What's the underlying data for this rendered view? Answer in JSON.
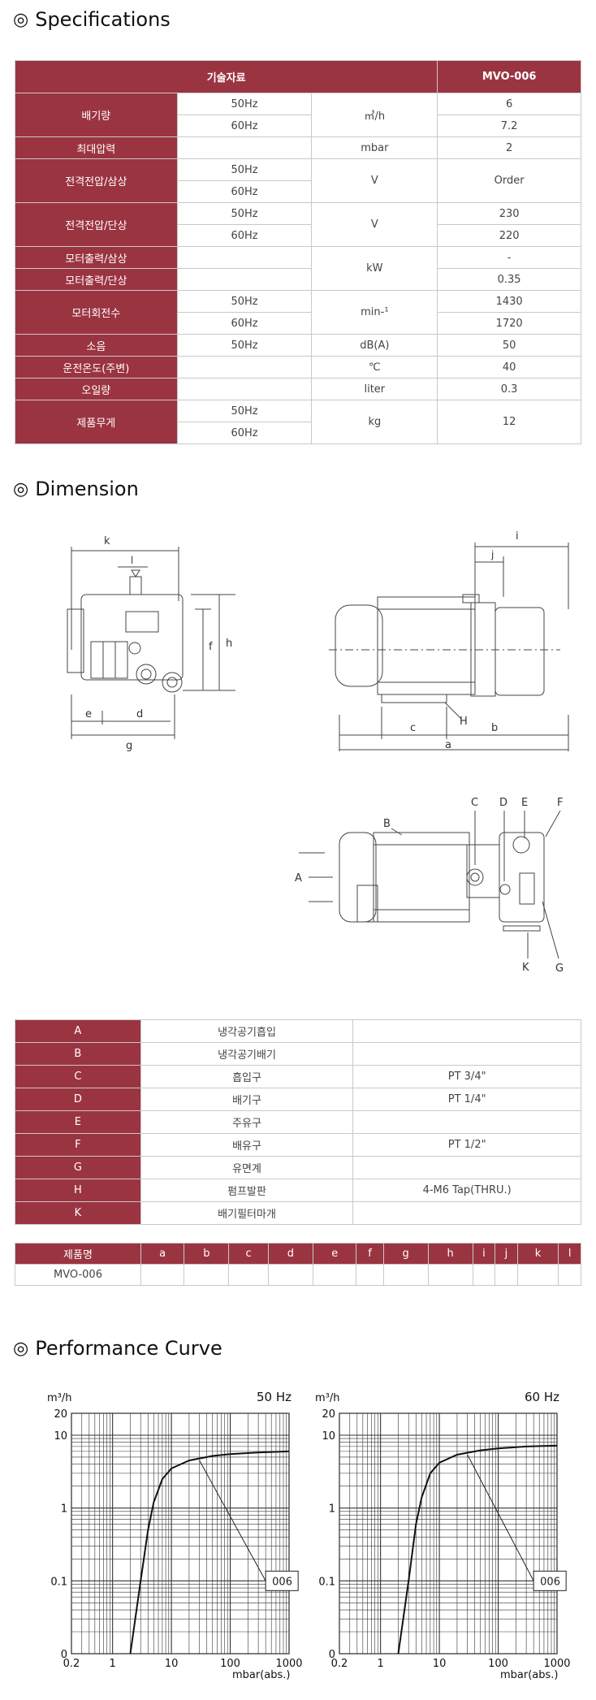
{
  "sections": {
    "specifications": "Specifications",
    "dimension": "Dimension",
    "performance": "Performance Curve",
    "mark": "◎"
  },
  "spec": {
    "header_left": "기술자료",
    "header_right": "MVO-006",
    "rows": {
      "pumping": {
        "label": "배기량",
        "hz1": "50Hz",
        "hz2": "60Hz",
        "unit": "㎥/h",
        "v1": "6",
        "v2": "7.2"
      },
      "max_pressure": {
        "label": "최대압력",
        "unit": "mbar",
        "v": "2"
      },
      "voltage3": {
        "label": "전격전압/삼상",
        "hz1": "50Hz",
        "hz2": "60Hz",
        "unit": "V",
        "v": "Order"
      },
      "voltage1": {
        "label": "전격전압/단상",
        "hz1": "50Hz",
        "hz2": "60Hz",
        "unit": "V",
        "v1": "230",
        "v2": "220"
      },
      "motor3": {
        "label": "모터출력/삼상",
        "v": "-"
      },
      "motor1": {
        "label": "모터출력/단상",
        "v": "0.35"
      },
      "motor_unit": "kW",
      "rpm": {
        "label": "모터회전수",
        "hz1": "50Hz",
        "hz2": "60Hz",
        "unit": "min-¹",
        "v1": "1430",
        "v2": "1720"
      },
      "noise": {
        "label": "소음",
        "hz": "50Hz",
        "unit": "dB(A)",
        "v": "50"
      },
      "temp": {
        "label": "운전온도(주변)",
        "unit": "℃",
        "v": "40"
      },
      "oil": {
        "label": "오일량",
        "unit": "liter",
        "v": "0.3"
      },
      "weight": {
        "label": "제품무게",
        "hz1": "50Hz",
        "hz2": "60Hz",
        "unit": "kg",
        "v": "12"
      }
    }
  },
  "drawing": {
    "labels_side": [
      "k",
      "l",
      "f",
      "h",
      "e",
      "d",
      "g"
    ],
    "labels_front": [
      "i",
      "j",
      "H",
      "c",
      "b",
      "a"
    ],
    "labels_top": [
      "A",
      "B",
      "C",
      "D",
      "E",
      "F",
      "K",
      "G"
    ]
  },
  "parts": [
    {
      "key": "A",
      "name": "냉각공기흡입",
      "spec": ""
    },
    {
      "key": "B",
      "name": "냉각공기배기",
      "spec": ""
    },
    {
      "key": "C",
      "name": "흡입구",
      "spec": "PT 3/4\""
    },
    {
      "key": "D",
      "name": "배기구",
      "spec": "PT 1/4\""
    },
    {
      "key": "E",
      "name": "주유구",
      "spec": ""
    },
    {
      "key": "F",
      "name": "배유구",
      "spec": "PT 1/2\""
    },
    {
      "key": "G",
      "name": "유면계",
      "spec": ""
    },
    {
      "key": "H",
      "name": "펌프발판",
      "spec": "4-M6 Tap(THRU.)"
    },
    {
      "key": "K",
      "name": "배기필터마개",
      "spec": ""
    }
  ],
  "product_table": {
    "header_label": "제품명",
    "columns": [
      "a",
      "b",
      "c",
      "d",
      "e",
      "f",
      "g",
      "h",
      "i",
      "j",
      "k",
      "l"
    ],
    "model": "MVO-006"
  },
  "charts": {
    "y_unit": "m³/h",
    "x_unit": "mbar(abs.)",
    "curve_label": "006",
    "x_ticks": [
      "0.2",
      "1",
      "10",
      "100",
      "1000"
    ],
    "y_ticks": [
      "20",
      "10",
      "1",
      "0.1",
      "0"
    ]
  },
  "chart_data": [
    {
      "type": "line",
      "title": "50 Hz",
      "xlabel": "mbar(abs.)",
      "ylabel": "m³/h",
      "xscale": "log",
      "yscale": "log",
      "xlim": [
        0.2,
        1000
      ],
      "ylim": [
        0.01,
        20
      ],
      "grid": true,
      "series": [
        {
          "name": "006",
          "x": [
            2,
            3,
            4,
            5,
            7,
            10,
            20,
            50,
            100,
            300,
            1000
          ],
          "y": [
            0.01,
            0.1,
            0.5,
            1.2,
            2.5,
            3.5,
            4.5,
            5.2,
            5.5,
            5.8,
            6.0
          ]
        }
      ]
    },
    {
      "type": "line",
      "title": "60 Hz",
      "xlabel": "mbar(abs.)",
      "ylabel": "m³/h",
      "xscale": "log",
      "yscale": "log",
      "xlim": [
        0.2,
        1000
      ],
      "ylim": [
        0.01,
        20
      ],
      "grid": true,
      "series": [
        {
          "name": "006",
          "x": [
            2,
            3,
            4,
            5,
            7,
            10,
            20,
            50,
            100,
            300,
            1000
          ],
          "y": [
            0.01,
            0.1,
            0.6,
            1.4,
            3.0,
            4.2,
            5.4,
            6.2,
            6.6,
            7.0,
            7.2
          ]
        }
      ]
    }
  ]
}
